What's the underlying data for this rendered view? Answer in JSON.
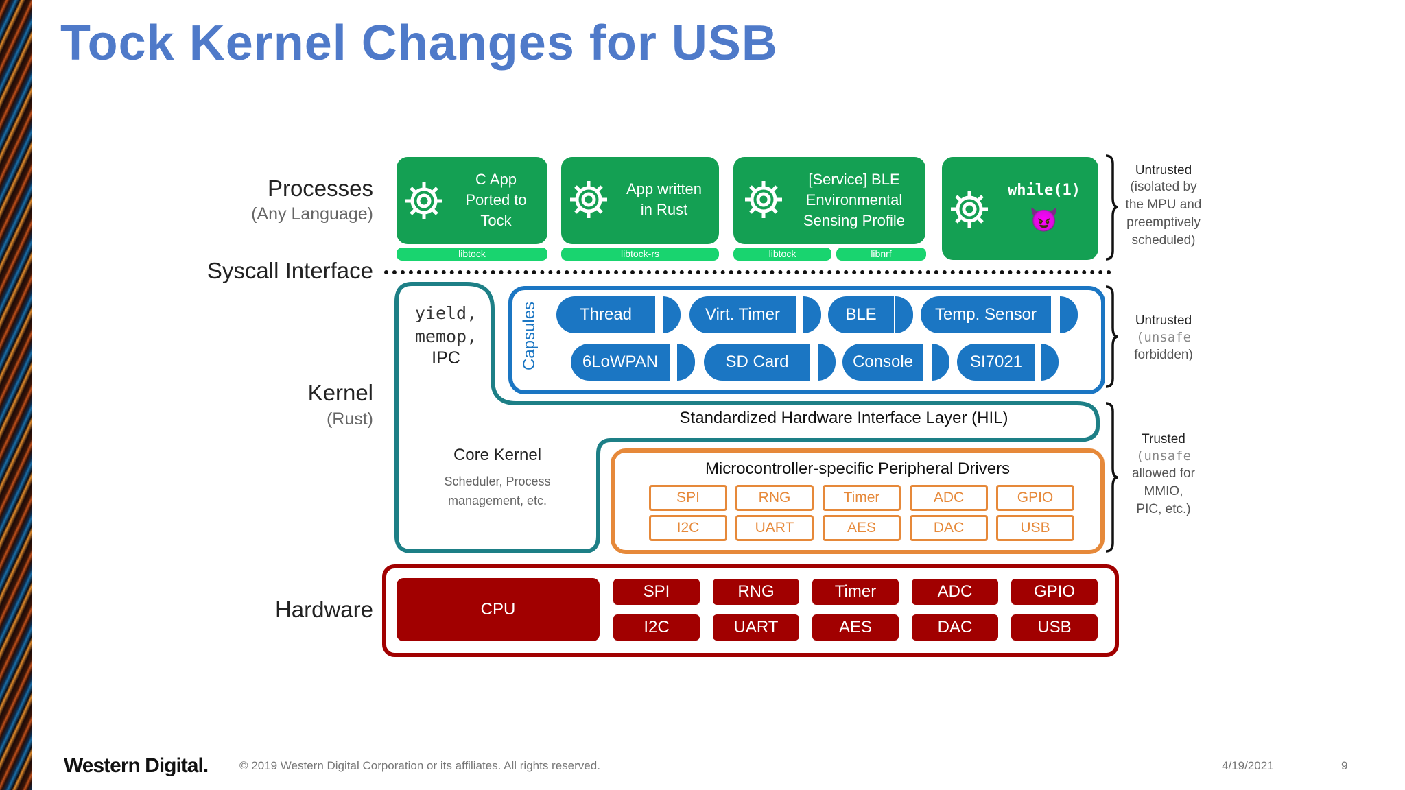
{
  "title": "Tock Kernel Changes for USB",
  "labels": {
    "processes": "Processes",
    "processes_sub": "(Any Language)",
    "syscall": "Syscall Interface",
    "kernel": "Kernel",
    "kernel_sub": "(Rust)",
    "hardware": "Hardware"
  },
  "processes": [
    {
      "lines": [
        "C App",
        "Ported to",
        "Tock"
      ]
    },
    {
      "lines": [
        "App written",
        "in Rust"
      ]
    },
    {
      "lines": [
        "[Service] BLE",
        "Environmental",
        "Sensing Profile"
      ]
    },
    {
      "code": "while(1)",
      "emoji": "😈"
    }
  ],
  "libs": [
    "libtock",
    "libtock-rs",
    "libtock",
    "libnrf"
  ],
  "notes": {
    "untrusted1": {
      "title": "Untrusted",
      "lines": [
        "(isolated by",
        "the MPU and",
        "preemptively",
        "scheduled)"
      ]
    },
    "untrusted2": {
      "title": "Untrusted",
      "code": "(unsafe",
      "line": "forbidden)"
    },
    "trusted": {
      "title": "Trusted",
      "code": "(unsafe",
      "lines": [
        "allowed for",
        "MMIO,",
        "PIC, etc.)"
      ]
    }
  },
  "syscalls": [
    "yield,",
    "memop,",
    "IPC"
  ],
  "capsules_label": "Capsules",
  "capsules_row1": [
    "Thread",
    "Virt. Timer",
    "BLE",
    "Temp. Sensor"
  ],
  "capsules_row2": [
    "6LoWPAN",
    "SD Card",
    "Console",
    "SI7021"
  ],
  "hil": "Standardized Hardware Interface Layer (HIL)",
  "core_kernel": {
    "title": "Core Kernel",
    "lines": [
      "Scheduler, Process",
      "management, etc."
    ]
  },
  "drivers": {
    "title": "Microcontroller-specific Peripheral Drivers",
    "row1": [
      "SPI",
      "RNG",
      "Timer",
      "ADC",
      "GPIO"
    ],
    "row2": [
      "I2C",
      "UART",
      "AES",
      "DAC",
      "USB"
    ]
  },
  "hw": {
    "cpu": "CPU",
    "row1": [
      "SPI",
      "RNG",
      "Timer",
      "ADC",
      "GPIO"
    ],
    "row2": [
      "I2C",
      "UART",
      "AES",
      "DAC",
      "USB"
    ]
  },
  "colors": {
    "title": "#4f7ac9",
    "process": "#14a053",
    "lib": "#19d46f",
    "capsule": "#1b76c3",
    "kernel_border": "#1d7f86",
    "driver": "#e6893a",
    "hardware": "#a10000"
  },
  "footer": {
    "logo": "Western Digital.",
    "copyright": "© 2019 Western Digital Corporation or its affiliates. All rights reserved.",
    "date": "4/19/2021",
    "page": "9"
  }
}
